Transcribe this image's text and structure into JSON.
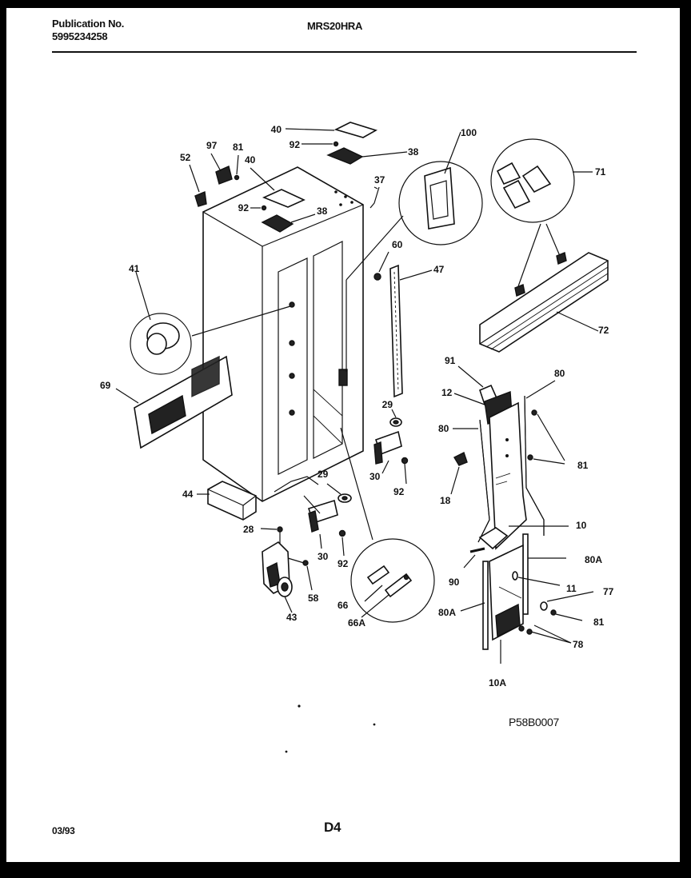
{
  "header": {
    "publication_label": "Publication No.",
    "publication_number": "5995234258",
    "model": "MRS20HRA"
  },
  "footer": {
    "date": "03/93",
    "page": "D4",
    "drawing_number": "P58B0007"
  },
  "callouts": {
    "c40a": "40",
    "c92a": "92",
    "c38a": "38",
    "c100": "100",
    "c71": "71",
    "c97": "97",
    "c81a": "81",
    "c52": "52",
    "c40b": "40",
    "c37": "37",
    "c92b": "92",
    "c38b": "38",
    "c60": "60",
    "c47": "47",
    "c41": "41",
    "c72": "72",
    "c69": "69",
    "c91": "91",
    "c80a": "80",
    "c12": "12",
    "c29a": "29",
    "c80b": "80",
    "c81b": "81",
    "c30a": "30",
    "c92c": "92",
    "c18": "18",
    "c29b": "29",
    "c44": "44",
    "c10": "10",
    "c28": "28",
    "c30b": "30",
    "c92d": "92",
    "c80A1": "80A",
    "c90": "90",
    "c11": "11",
    "c77": "77",
    "c58": "58",
    "c66": "66",
    "c80A2": "80A",
    "c81c": "81",
    "c43": "43",
    "c66A": "66A",
    "c78": "78",
    "c10A": "10A"
  }
}
